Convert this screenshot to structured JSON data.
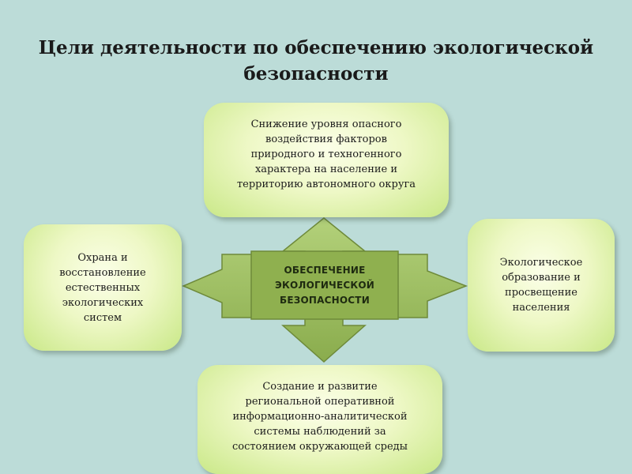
{
  "title": {
    "line1": "Цели деятельности по обеспечению экологической",
    "line2": "безопасности"
  },
  "center": {
    "lines": [
      "ОБЕСПЕЧЕНИЕ",
      "ЭКОЛОГИЧЕСКОЙ",
      "БЕЗОПАСНОСТИ"
    ]
  },
  "boxes": {
    "top": {
      "lines": [
        "Снижение уровня опасного",
        "воздействия факторов",
        "природного и техногенного",
        "характера на население и",
        "территорию автономного округа"
      ]
    },
    "left": {
      "lines": [
        "Охрана и",
        "восстановление",
        "естественных",
        "экологических",
        "систем"
      ]
    },
    "right": {
      "lines": [
        "Экологическое",
        "образование  и",
        "просвещение",
        "населения"
      ]
    },
    "bottom": {
      "lines": [
        "Создание и развитие",
        "региональной оперативной",
        "информационно-аналитической",
        "системы наблюдений за",
        "состоянием окружающей среды"
      ]
    }
  },
  "colors": {
    "background": "#bcdcd8",
    "arrow_fill": "#9cbf5e",
    "arrow_stroke": "#6e8a3a",
    "center_fill": "#8fb04f"
  }
}
